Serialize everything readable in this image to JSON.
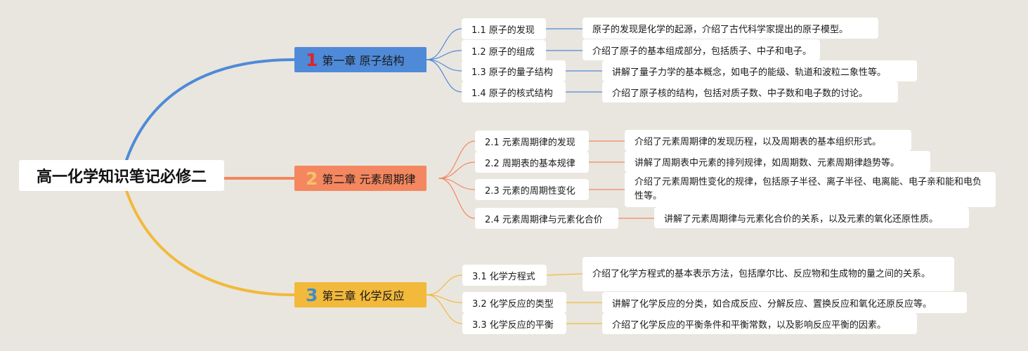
{
  "root": "高一化学知识笔记必修二",
  "chapters": [
    {
      "number": "1",
      "title": "第一章 原子结构",
      "color": "#4f8ad8",
      "number_color": "#d8262e",
      "sections": [
        {
          "label": "1.1 原子的发现",
          "description": "原子的发现是化学的起源，介绍了古代科学家提出的原子模型。"
        },
        {
          "label": "1.2 原子的组成",
          "description": "介绍了原子的基本组成部分，包括质子、中子和电子。"
        },
        {
          "label": "1.3 原子的量子结构",
          "description": "讲解了量子力学的基本概念，如电子的能级、轨道和波粒二象性等。"
        },
        {
          "label": "1.4 原子的核式结构",
          "description": "介绍了原子核的结构，包括对质子数、中子数和电子数的讨论。"
        }
      ]
    },
    {
      "number": "2",
      "title": "第二章 元素周期律",
      "color": "#f4875f",
      "number_color": "#f5c16b",
      "sections": [
        {
          "label": "2.1 元素周期律的发现",
          "description": "介绍了元素周期律的发现历程，以及周期表的基本组织形式。"
        },
        {
          "label": "2.2 周期表的基本规律",
          "description": "讲解了周期表中元素的排列规律，如周期数、元素周期律趋势等。"
        },
        {
          "label": "2.3 元素的周期性变化",
          "description": "介绍了元素周期性变化的规律，包括原子半径、离子半径、电离能、电子亲和能和电负性等。"
        },
        {
          "label": "2.4 元素周期律与元素化合价",
          "description": "讲解了元素周期律与元素化合价的关系，以及元素的氧化还原性质。"
        }
      ]
    },
    {
      "number": "3",
      "title": "第三章 化学反应",
      "color": "#f2b93b",
      "number_color": "#3f8ec8",
      "sections": [
        {
          "label": "3.1 化学方程式",
          "description": "介绍了化学方程式的基本表示方法，包括摩尔比、反应物和生成物的量之间的关系。"
        },
        {
          "label": "3.2 化学反应的类型",
          "description": "讲解了化学反应的分类，如合成反应、分解反应、置换反应和氧化还原反应等。"
        },
        {
          "label": "3.3 化学反应的平衡",
          "description": "介绍了化学反应的平衡条件和平衡常数，以及影响反应平衡的因素。"
        }
      ]
    }
  ]
}
